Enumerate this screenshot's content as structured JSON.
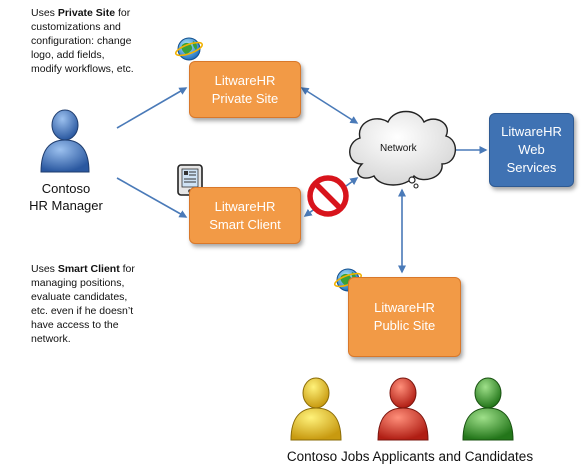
{
  "notes": {
    "private_site": {
      "prefix": "Uses ",
      "bold": "Private Site",
      "suffix": " for",
      "lines": [
        "customizations and",
        "configuration: change",
        "logo, add fields,",
        "modify workflows, etc."
      ]
    },
    "smart_client": {
      "prefix": "Uses ",
      "bold": "Smart Client",
      "suffix": " for",
      "lines": [
        "managing positions,",
        "evaluate candidates,",
        "etc. even if he doesn’t",
        "have access to the",
        "network."
      ]
    }
  },
  "boxes": {
    "private_site": [
      "LitwareHR",
      "Private Site"
    ],
    "smart_client": [
      "LitwareHR",
      "Smart Client"
    ],
    "public_site": [
      "LitwareHR",
      "Public Site"
    ],
    "web_services": [
      "LitwareHR",
      "Web",
      "Services"
    ]
  },
  "network_label": "Network",
  "hr_manager": [
    "Contoso",
    "HR Manager"
  ],
  "applicants_caption": "Contoso Jobs Applicants and Candidates",
  "colors": {
    "orange": "#f29a46",
    "blue": "#3f72b3",
    "arrow": "#4a7ab8",
    "person_blue": "#3d6cb0",
    "person_yellow": "#e8c21e",
    "person_red": "#d93a2a",
    "person_green": "#3a9a2a",
    "no_sign": "#d8141c"
  }
}
